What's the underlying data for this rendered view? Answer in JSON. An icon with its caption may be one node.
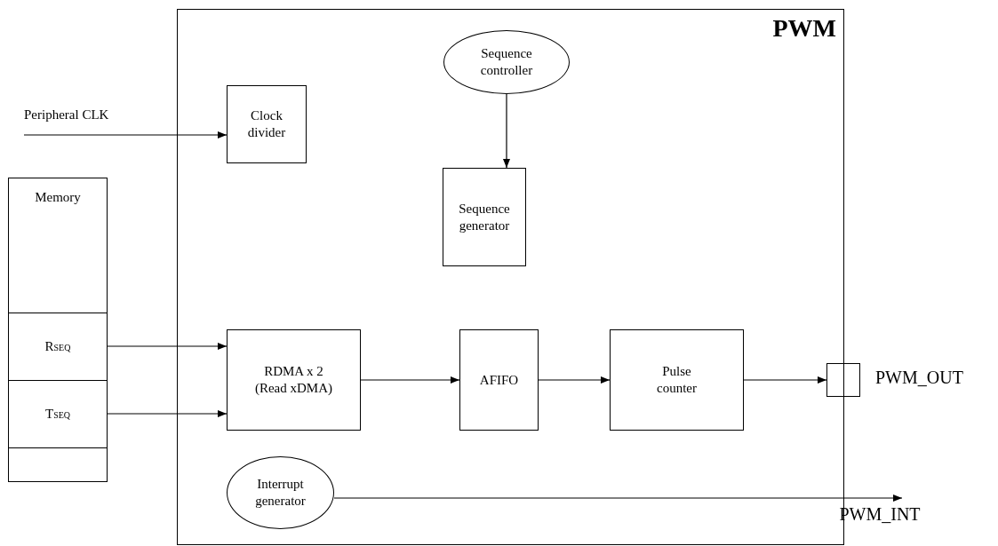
{
  "diagram": {
    "nodes": [
      {
        "text": [
          "PWM"
        ]
      },
      {
        "text": [
          "Clock divider"
        ],
        "in": 0
      },
      {
        "text": [
          "Sequence controller"
        ],
        "in": 0
      },
      {
        "text": [
          "Sequence generator"
        ],
        "in": 0
      },
      {
        "text": [
          "Memory"
        ]
      },
      {
        "text": [
          "R$_{SEQ}$"
        ],
        "in": 4
      },
      {
        "text": [
          "T$_{SEQ}$"
        ],
        "in": 4
      },
      {
        "text": [
          "RDMA x 2 (Read xDMA)"
        ],
        "in": 0
      },
      {
        "text": [
          "AFIFO"
        ],
        "in": 0
      },
      {
        "text": [
          "Pulse counter"
        ],
        "in": 0
      },
      {
        "text": [],
        "shape": "box",
        "beside": [
          "PWM_OUT"
        ]
      },
      {
        "text": [
          "Interrupt generator"
        ],
        "in": 0
      },
      {
        "text": [
          "PWM_INT"
        ]
      }
    ],
    "edges": [
      {
        "from": null,
        "to": 1,
        "arrow": "to"
      },
      {
        "from": 2,
        "to": 3,
        "arrow": "to"
      },
      {
        "from": 5,
        "to": 7,
        "arrow": "to"
      },
      {
        "from": 6,
        "to": 7,
        "arrow": "to"
      },
      {
        "from": 7,
        "to": 8,
        "arrow": "to"
      },
      {
        "from": 8,
        "to": 9,
        "arrow": "to"
      },
      {
        "from": 9,
        "to": 10,
        "arrow": "to"
      },
      {
        "from": 11,
        "to": 12,
        "arrow": "to"
      }
    ],
    "labels": [
      "Peripheral CLK"
    ]
  }
}
